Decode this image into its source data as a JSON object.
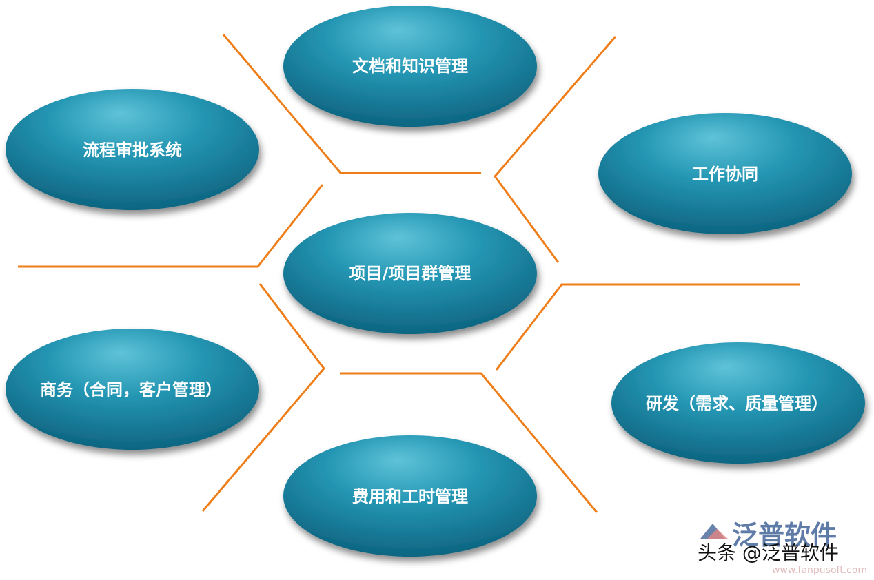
{
  "colors": {
    "ellipse_highlight": "#4fb4cc",
    "ellipse_base": "#1a86a3",
    "ellipse_shadow": "#0d5f79",
    "connector": "#ef7d18",
    "label": "#ffffff"
  },
  "nodes": {
    "center": "项目/项目群管理",
    "top": "文档和知识管理",
    "upper_left": "流程审批系统",
    "upper_right": "工作协同",
    "lower_left": "商务（合同，客户管理）",
    "lower_right": "研发（需求、质量管理）",
    "bottom": "费用和工时管理"
  },
  "watermark": {
    "logo_text": "泛普软件",
    "caption": "头条 @泛普软件",
    "url_fragment": "www.fanpusoft.com"
  }
}
